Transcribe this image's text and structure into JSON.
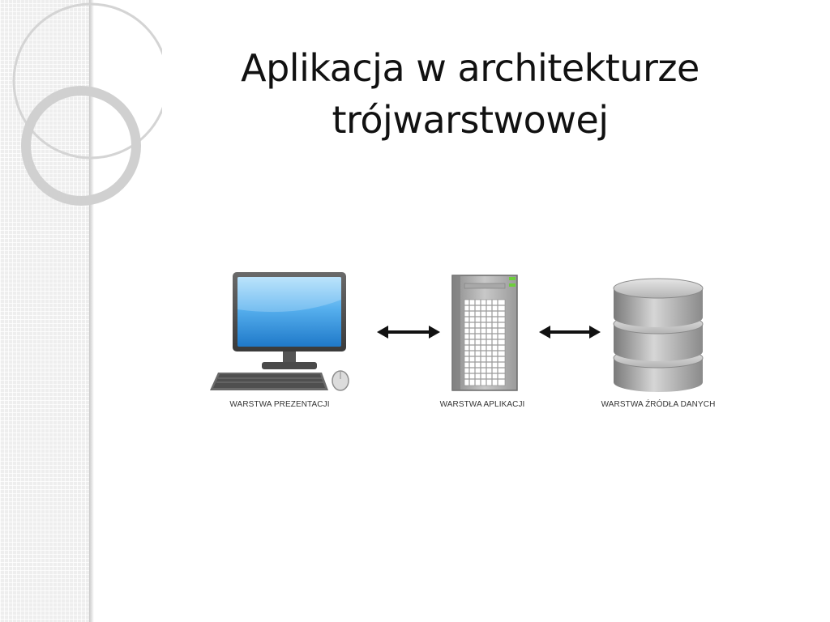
{
  "slide": {
    "title_line1": "Aplikacja w architekturze",
    "title_line2": "trójwarstwowej"
  },
  "diagram": {
    "nodes": [
      {
        "id": "presentation",
        "label": "WARSTWA PREZENTACJI",
        "icon": "desktop-computer-icon"
      },
      {
        "id": "application",
        "label": "WARSTWA APLIKACJI",
        "icon": "server-tower-icon"
      },
      {
        "id": "data",
        "label": "WARSTWA ŹRÓDŁA DANYCH",
        "icon": "database-icon"
      }
    ],
    "connections": [
      {
        "from": "presentation",
        "to": "application",
        "type": "bidirectional"
      },
      {
        "from": "application",
        "to": "data",
        "type": "bidirectional"
      }
    ]
  },
  "colors": {
    "screen": "#4aa3e8",
    "side_panel": "#eeeeee",
    "arrow": "#111111"
  }
}
